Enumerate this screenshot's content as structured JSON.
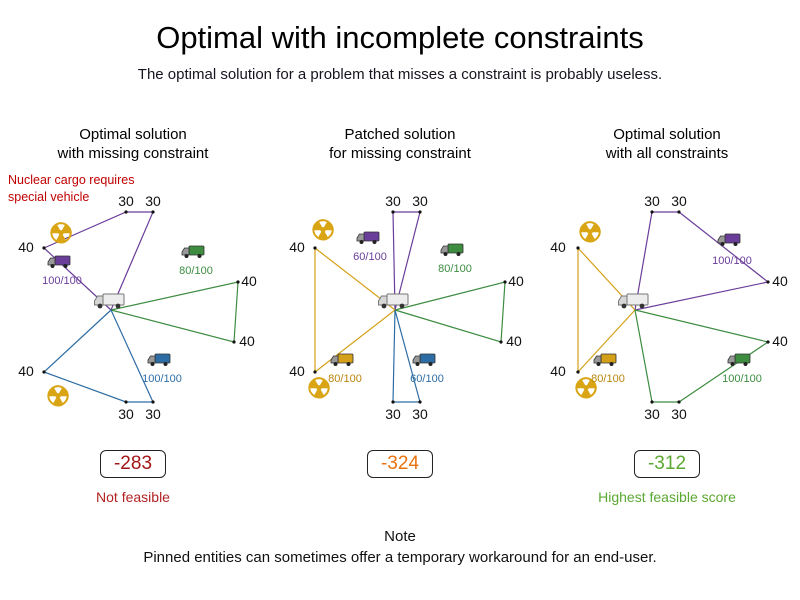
{
  "title": "Optimal with incomplete constraints",
  "subtitle": "The optimal solution for a problem that misses a constraint is probably useless.",
  "note": {
    "heading": "Note",
    "text": "Pinned entities can sometimes offer a temporary workaround for an end-user."
  },
  "icons": {
    "radiation": "☢"
  },
  "palette": {
    "route_purple": "#6a3d9a",
    "route_green": "#3d8c40",
    "route_blue": "#2e6da4",
    "route_yellow": "#d4a017",
    "warning_red": "#c00000",
    "score_red": "#a31515",
    "score_orange": "#e8720c",
    "score_green": "#5aa832"
  },
  "panels": [
    {
      "id": "missing-constraint",
      "heading1": "Optimal solution",
      "heading2": "with missing constraint",
      "warning1": "Nuclear cargo requires",
      "warning2": "special vehicle",
      "nodes": {
        "top_left": "30",
        "top_right": "30",
        "left_upper": "40",
        "right_upper": "40",
        "right_lower": "40",
        "left_lower": "40",
        "bottom_left": "30",
        "bottom_right": "30"
      },
      "capacities": {
        "purple": "100/100",
        "green": "80/100",
        "blue": "100/100"
      },
      "score": "-283",
      "score_color": "#a31515",
      "verdict": "Not feasible",
      "verdict_color": "#b22222"
    },
    {
      "id": "patched-solution",
      "heading1": "Patched solution",
      "heading2": "for missing constraint",
      "nodes": {
        "top_left": "30",
        "top_right": "30",
        "left_upper": "40",
        "right_upper": "40",
        "right_lower": "40",
        "left_lower": "40",
        "bottom_left": "30",
        "bottom_right": "30"
      },
      "capacities": {
        "purple": "60/100",
        "green": "80/100",
        "blue": "60/100",
        "yellow": "80/100"
      },
      "score": "-324",
      "score_color": "#e8720c"
    },
    {
      "id": "all-constraints",
      "heading1": "Optimal solution",
      "heading2": "with all constraints",
      "nodes": {
        "top_left": "30",
        "top_right": "30",
        "left_upper": "40",
        "right_upper": "40",
        "right_lower": "40",
        "left_lower": "40",
        "bottom_left": "30",
        "bottom_right": "30"
      },
      "capacities": {
        "purple": "100/100",
        "green": "100/100",
        "yellow": "80/100"
      },
      "score": "-312",
      "score_color": "#5aa832",
      "verdict": "Highest feasible score",
      "verdict_color": "#5aa832"
    }
  ]
}
